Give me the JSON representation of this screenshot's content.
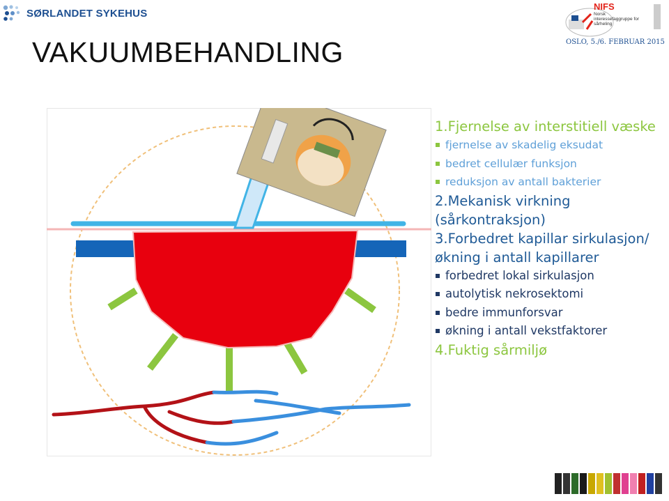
{
  "header": {
    "logo_text": "SØRLANDET SYKEHUS",
    "title": "VAKUUMBEHANDLING",
    "event_date": "OSLO, 5./6. FEBRUAR 2015",
    "nifs_logo": {
      "name": "NIFS",
      "subtitle": "Norsk interessefaggruppe for sårheling",
      "url": "www.nifs.no"
    }
  },
  "content": {
    "section1": {
      "heading": "1.Fjernelse av interstitiell væske",
      "bullets": [
        "fjernelse av skadelig eksudat",
        "bedret cellulær funksjon",
        "reduksjon av antall bakterier"
      ]
    },
    "section2": {
      "heading": "2.Mekanisk virkning (sårkontraksjon)"
    },
    "section3": {
      "heading": "3.Forbedret kapillar sirkulasjon/økning i antall kapillarer",
      "bullets": [
        "forbedret lokal sirkulasjon",
        "autolytisk nekrosektomi",
        "bedre immunforsvar",
        "økning i antall vekstfaktorer"
      ]
    },
    "section4": {
      "heading": "4.Fuktig sårmiljø"
    }
  },
  "colors": {
    "green": "#8cc63f",
    "light_blue": "#5fa0d8",
    "navy": "#1f3864",
    "wound_red": "#e8000e",
    "vessel_red": "#b31217",
    "vessel_blue": "#3a8fde",
    "dressing_blue": "#1565b8"
  }
}
